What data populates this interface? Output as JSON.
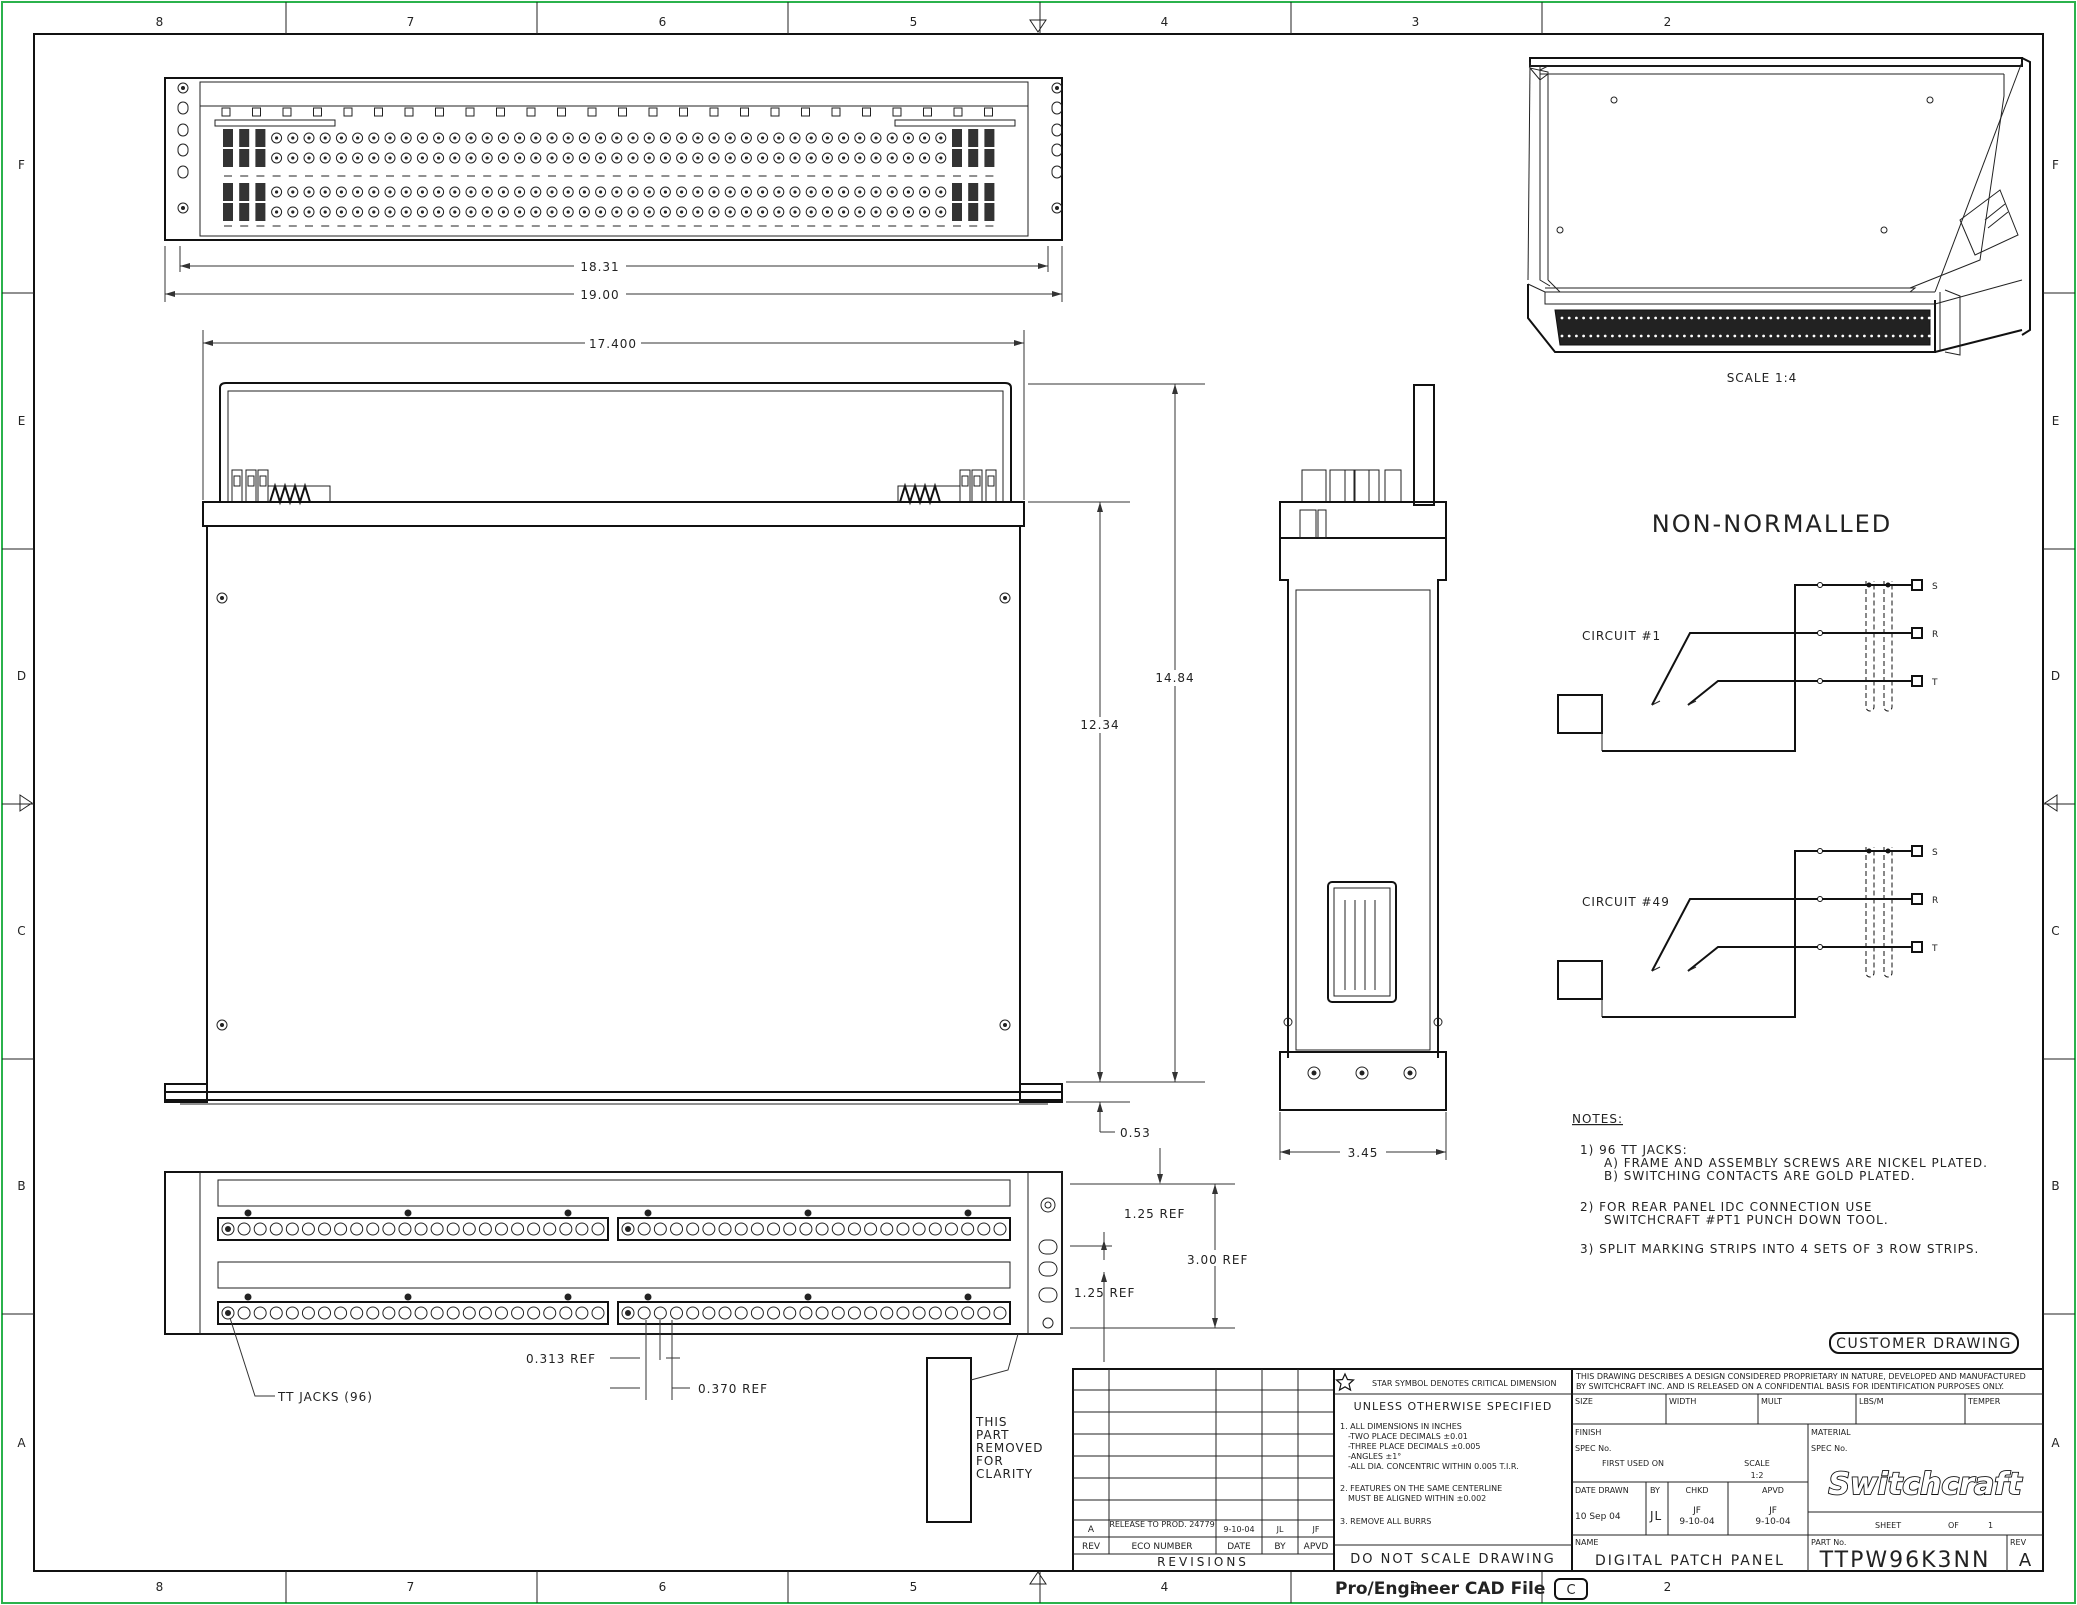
{
  "sheet": {
    "zone_cols": [
      "8",
      "7",
      "6",
      "5",
      "4",
      "3",
      "2"
    ],
    "zone_rows": [
      "F",
      "E",
      "D",
      "C",
      "B",
      "A"
    ]
  },
  "views": {
    "front_dims": {
      "inner_width": "18.31",
      "overall_width": "19.00"
    },
    "top_dims": {
      "width": "17.400",
      "depth_outer": "14.84",
      "depth_inner": "12.34",
      "bracket": "0.53"
    },
    "side_dims": {
      "width": "3.45"
    },
    "rear_dims": {
      "row_spacing_top": "1.25 REF",
      "height": "3.00 REF",
      "row_spacing_bottom": "1.25 REF",
      "pitch_a": "0.313 REF",
      "pitch_b": "0.370 REF",
      "jacks_callout": "TT JACKS (96)",
      "removed_note": [
        "THIS",
        "PART",
        "REMOVED",
        "FOR",
        "CLARITY"
      ]
    },
    "iso_scale": "SCALE 1:4"
  },
  "schematic": {
    "title": "NON-NORMALLED",
    "circuit_a": "CIRCUIT #1",
    "circuit_b": "CIRCUIT #49",
    "terminals": [
      "S",
      "R",
      "T"
    ]
  },
  "notes": {
    "header": "NOTES:",
    "lines": [
      "1) 96 TT JACKS:",
      "A) FRAME AND ASSEMBLY SCREWS ARE NICKEL PLATED.",
      "B) SWITCHING CONTACTS ARE GOLD PLATED.",
      "2) FOR REAR PANEL IDC CONNECTION USE",
      "SWITCHCRAFT #PT1 PUNCH DOWN TOOL.",
      "3) SPLIT MARKING STRIPS INTO 4 SETS OF 3 ROW STRIPS."
    ]
  },
  "customer_drawing": "CUSTOMER DRAWING",
  "title_block": {
    "star_note": "STAR SYMBOL DENOTES CRITICAL DIMENSION",
    "unless": "UNLESS OTHERWISE SPECIFIED",
    "tol_lines": [
      "1. ALL DIMENSIONS IN INCHES",
      "-TWO PLACE DECIMALS  ±0.01",
      "-THREE PLACE DECIMALS  ±0.005",
      "-ANGLES  ±1°",
      "-ALL DIA. CONCENTRIC WITHIN 0.005 T.I.R.",
      "2. FEATURES ON THE SAME CENTERLINE",
      "MUST BE ALIGNED WITHIN ±0.002",
      "3. REMOVE ALL BURRS"
    ],
    "no_scale": "DO NOT SCALE DRAWING",
    "proprietary": [
      "THIS DRAWING DESCRIBES A DESIGN CONSIDERED PROPRIETARY IN NATURE, DEVELOPED AND MANUFACTURED",
      "BY SWITCHCRAFT INC. AND IS RELEASED ON A CONFIDENTIAL BASIS FOR IDENTIFICATION PURPOSES ONLY."
    ],
    "size_label": "SIZE",
    "width_label": "WIDTH",
    "mult_label": "MULT",
    "lbsm_label": "LBS/M",
    "temper_label": "TEMPER",
    "finish_label": "FINISH",
    "spec_label": "SPEC No.",
    "first_used": "FIRST USED ON",
    "scale_label": "SCALE",
    "scale_value": "1:2",
    "material_label": "MATERIAL",
    "spec_label_2": "SPEC No.",
    "date_drawn_label": "DATE DRAWN",
    "by_label": "BY",
    "chkd_label": "CHKD",
    "apvd_label": "APVD",
    "date_drawn": "10 Sep 04",
    "by": "JL",
    "chkd": "JF",
    "chkd_date": "9-10-04",
    "apvd": "JF",
    "apvd_date": "9-10-04",
    "logo": "Switchcraft",
    "sheet_label": "SHEET",
    "of_label": "OF",
    "sheet_no": "1",
    "name_label": "NAME",
    "name": "DIGITAL PATCH PANEL",
    "part_label": "PART No.",
    "part_no": "TTPW96K3NN",
    "rev_label": "REV",
    "rev": "A"
  },
  "revisions": {
    "row": {
      "rev": "A",
      "eco": "RELEASE TO PROD. 24779",
      "date": "9-10-04",
      "by": "JL",
      "apvd": "JF"
    },
    "headers": [
      "REV",
      "ECO NUMBER",
      "DATE",
      "BY",
      "APVD"
    ],
    "label": "REVISIONS"
  },
  "footer": {
    "cad_label": "Pro/Engineer CAD File",
    "c_mark": "C"
  }
}
